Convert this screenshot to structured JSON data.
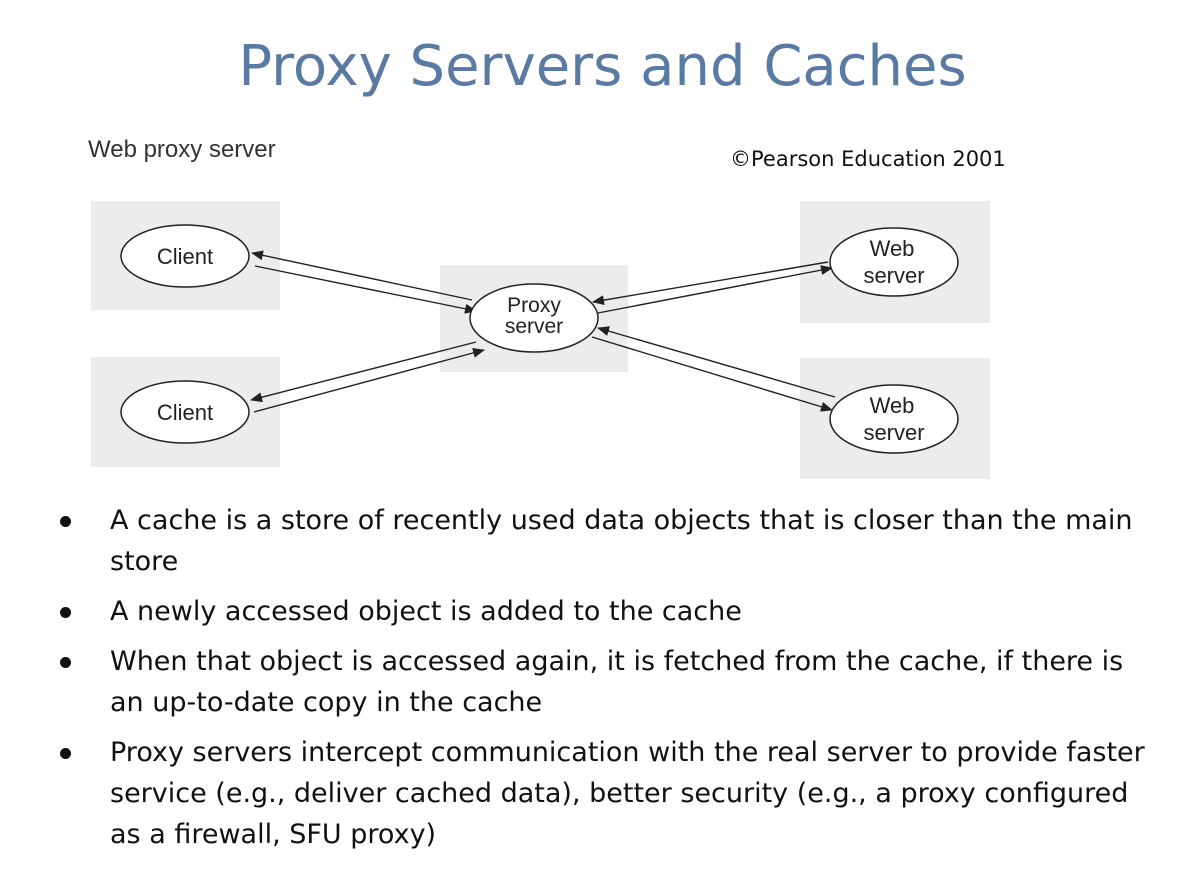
{
  "title": "Proxy Servers and Caches",
  "copyright": "©Pearson Education 2001",
  "diagram": {
    "heading": "Web proxy server",
    "clients": [
      {
        "label": "Client"
      },
      {
        "label": "Client"
      }
    ],
    "proxy": {
      "label_line1": "Proxy",
      "label_line2": "server"
    },
    "web_servers": [
      {
        "label_line1": "Web",
        "label_line2": "server"
      },
      {
        "label_line1": "Web",
        "label_line2": "server"
      }
    ],
    "colors": {
      "box_fill": "#ececec",
      "stroke": "#222222",
      "title": "#5a7aa4"
    }
  },
  "bullets": [
    "A cache is a store of recently used data objects that is closer than the main store",
    "A newly accessed object is added to the cache",
    "When that object is accessed again, it is fetched from the cache, if there is an up-to-date copy in the cache",
    "Proxy servers intercept communication with the real server to provide faster service (e.g., deliver cached data), better security (e.g., a proxy configured as a firewall, SFU proxy)"
  ]
}
